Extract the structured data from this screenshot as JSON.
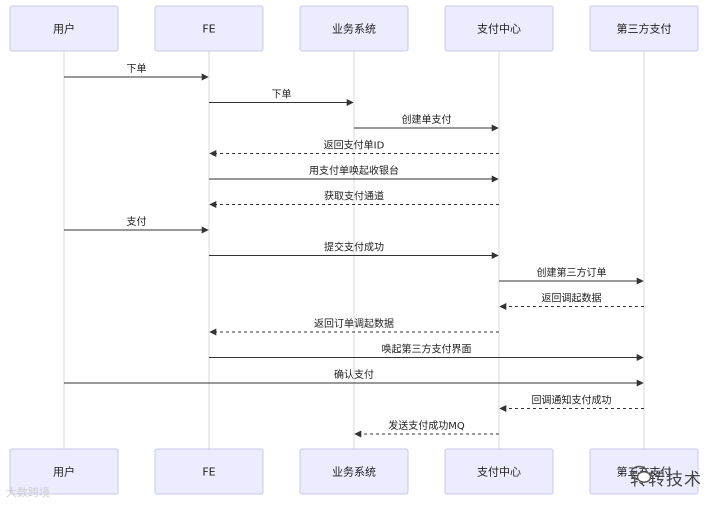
{
  "participants": [
    "用户",
    "FE",
    "业务系统",
    "支付中心",
    "第三方支付"
  ],
  "messages": [
    {
      "from": 0,
      "to": 1,
      "label": "下单",
      "dashed": false
    },
    {
      "from": 1,
      "to": 2,
      "label": "下单",
      "dashed": false
    },
    {
      "from": 2,
      "to": 3,
      "label": "创建单支付",
      "dashed": false
    },
    {
      "from": 3,
      "to": 1,
      "label": "返回支付单ID",
      "dashed": true
    },
    {
      "from": 1,
      "to": 3,
      "label": "用支付单唤起收银台",
      "dashed": false
    },
    {
      "from": 3,
      "to": 1,
      "label": "获取支付通道",
      "dashed": true
    },
    {
      "from": 0,
      "to": 1,
      "label": "支付",
      "dashed": false
    },
    {
      "from": 1,
      "to": 3,
      "label": "提交支付成功",
      "dashed": false
    },
    {
      "from": 3,
      "to": 4,
      "label": "创建第三方订单",
      "dashed": false
    },
    {
      "from": 4,
      "to": 3,
      "label": "返回调起数据",
      "dashed": true
    },
    {
      "from": 3,
      "to": 1,
      "label": "返回订单调起数据",
      "dashed": true
    },
    {
      "from": 1,
      "to": 4,
      "label": "唤起第三方支付界面",
      "dashed": false
    },
    {
      "from": 0,
      "to": 4,
      "label": "确认支付",
      "dashed": false
    },
    {
      "from": 4,
      "to": 3,
      "label": "回调通知支付成功",
      "dashed": true
    },
    {
      "from": 3,
      "to": 2,
      "label": "发送支付成功MQ",
      "dashed": true
    }
  ],
  "watermark": {
    "right_text": "转转技术",
    "left_text": "大数跨境"
  },
  "colors": {
    "box_fill": "#ececff",
    "box_stroke": "#c9c9ee",
    "line": "#333333",
    "lifeline": "#d8d8d8"
  }
}
